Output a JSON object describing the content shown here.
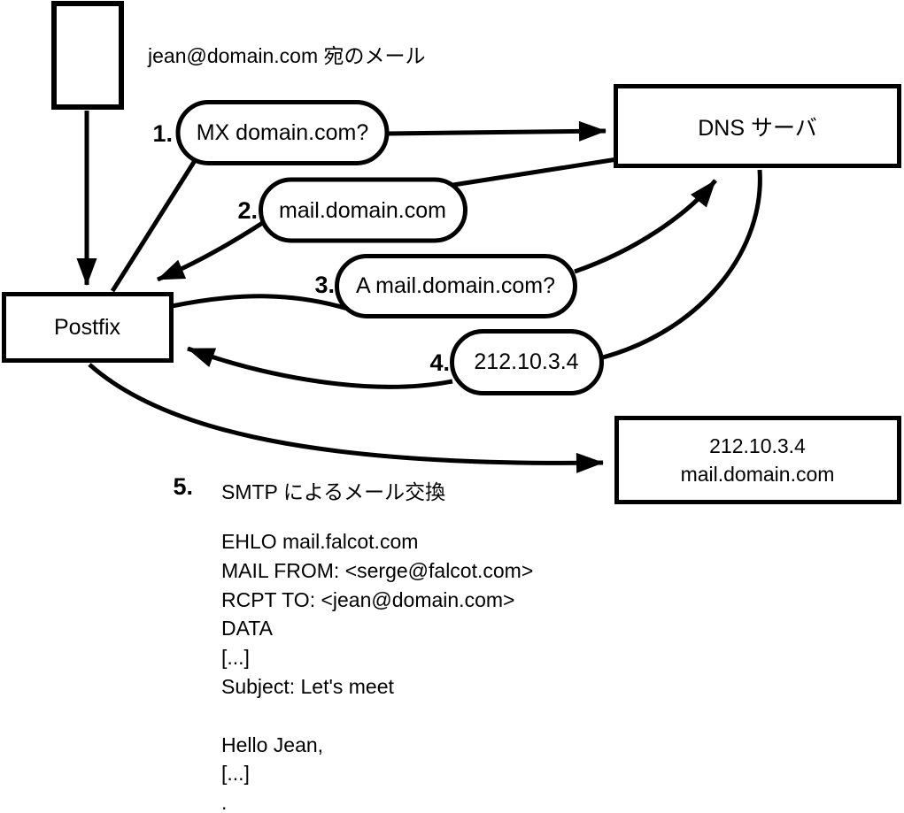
{
  "diagram": {
    "note": "jean@domain.com 宛のメール",
    "nodes": {
      "postfix": {
        "label": "Postfix"
      },
      "dns": {
        "label": "DNS サーバ"
      },
      "mailserver": {
        "line1": "212.10.3.4",
        "line2": "mail.domain.com"
      }
    },
    "steps": [
      {
        "num": "1.",
        "label": "MX domain.com?"
      },
      {
        "num": "2.",
        "label": "mail.domain.com"
      },
      {
        "num": "3.",
        "label": "A mail.domain.com?"
      },
      {
        "num": "4.",
        "label": "212.10.3.4"
      },
      {
        "num": "5.",
        "label": "SMTP によるメール交換"
      }
    ],
    "smtp_session": [
      "EHLO mail.falcot.com",
      "MAIL FROM: <serge@falcot.com>",
      "RCPT TO: <jean@domain.com>",
      "DATA",
      "[...]",
      "Subject: Let's meet",
      "",
      "Hello Jean,",
      "[...]",
      "."
    ],
    "colors": {
      "stroke": "#000000",
      "fill": "#ffffff"
    }
  }
}
